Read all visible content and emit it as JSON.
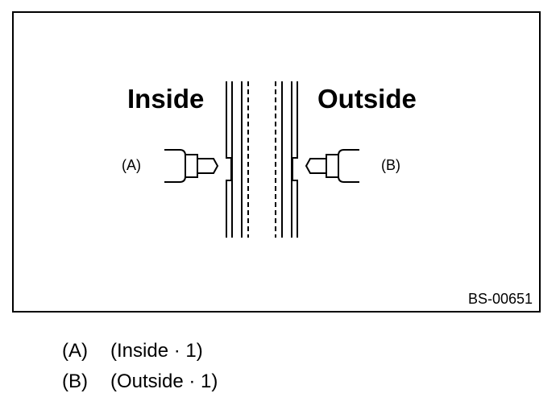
{
  "figure": {
    "heading_inside": "Inside",
    "heading_outside": "Outside",
    "callout_a": "(A)",
    "callout_b": "(B)",
    "figure_id": "BS-00651"
  },
  "legend": [
    {
      "key": "(A)",
      "text": "(Inside · 1)"
    },
    {
      "key": "(B)",
      "text": "(Outside · 1)"
    }
  ]
}
